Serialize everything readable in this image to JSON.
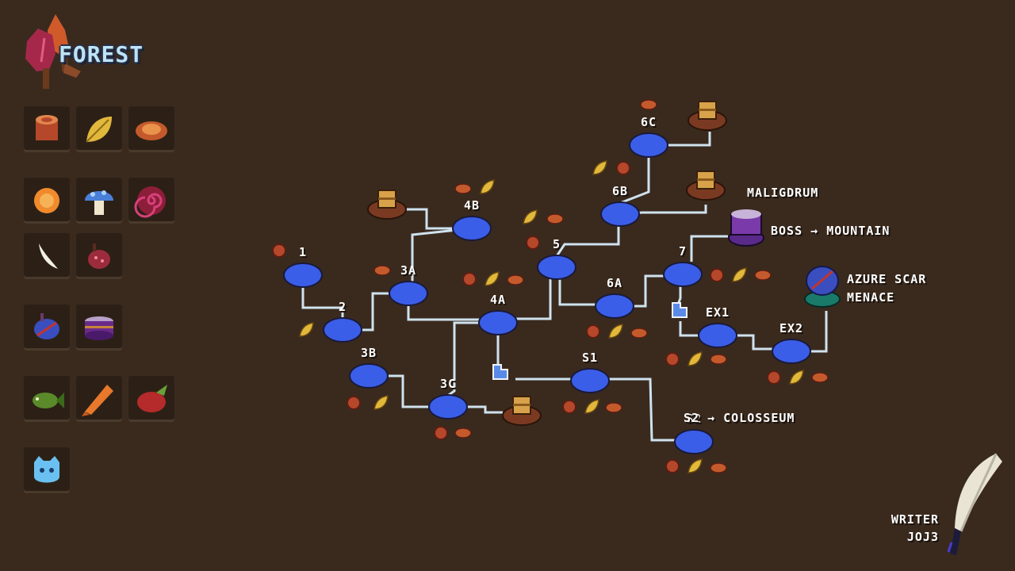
{
  "area": {
    "title": "FOREST"
  },
  "inventory": [
    {
      "icon": "wood-log-icon"
    },
    {
      "icon": "leaf-icon"
    },
    {
      "icon": "fried-egg-icon"
    },
    {
      "icon": "orange-orb-icon"
    },
    {
      "icon": "blue-mushroom-icon"
    },
    {
      "icon": "red-spiral-icon"
    },
    {
      "icon": "fang-icon"
    },
    {
      "icon": "red-beetle-icon"
    },
    {
      "icon": "blue-scarab-icon"
    },
    {
      "icon": "purple-drum-icon"
    },
    {
      "icon": "green-fish-icon"
    },
    {
      "icon": "orange-fish-icon"
    },
    {
      "icon": "red-fish-icon"
    },
    {
      "icon": "blue-cat-mask-icon"
    }
  ],
  "stages": [
    "1",
    "2",
    "3A",
    "3B",
    "3C",
    "4A",
    "4B",
    "5",
    "6A",
    "6B",
    "6C",
    "7",
    "EX1",
    "EX2",
    "S1",
    "S2"
  ],
  "labels": {
    "maligdrum": "MALIGDRUM",
    "boss": "BOSS → MOUNTAIN",
    "azure_line1": "AZURE SCAR",
    "azure_line2": "MENACE",
    "s2": "S2 → COLOSSEUM",
    "writer_line1": "WRITER",
    "writer_line2": "JOJ3"
  },
  "colors": {
    "background": "#3a2a1e",
    "node": "#3b5ee8",
    "path": "#cfe2ee",
    "label": "#ffffff"
  }
}
